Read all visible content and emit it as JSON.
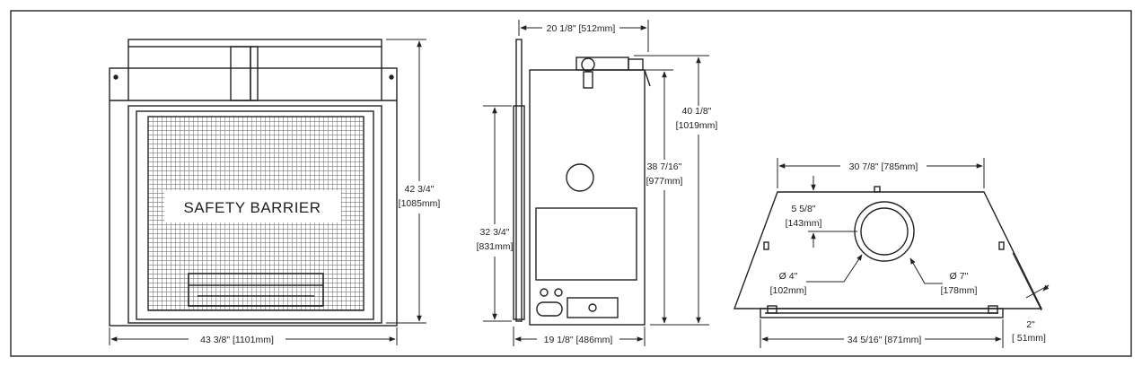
{
  "front_view": {
    "label": "SAFETY BARRIER",
    "width_dim": "43 3/8\" [1101mm]",
    "height_dim_in": "42 3/4\"",
    "height_dim_mm": "[1085mm]"
  },
  "side_view": {
    "top_dim": "20 1/8\" [512mm]",
    "overall_height_in": "40 1/8\"",
    "overall_height_mm": "[1019mm]",
    "body_height_in": "38 7/16\"",
    "body_height_mm": "[977mm]",
    "front_height_in": "32 3/4\"",
    "front_height_mm": "[831mm]",
    "bottom_dim": "19 1/8\" [486mm]"
  },
  "top_view": {
    "top_width": "30 7/8\" [785mm]",
    "offset_in": "5 5/8\"",
    "offset_mm": "[143mm]",
    "inner_dia_in": "Ø 4\"",
    "inner_dia_mm": "[102mm]",
    "outer_dia_in": "Ø 7\"",
    "outer_dia_mm": "[178mm]",
    "depth_in": "2\"",
    "depth_mm": "[ 51mm]",
    "bottom_width": "34 5/16\" [871mm]"
  }
}
